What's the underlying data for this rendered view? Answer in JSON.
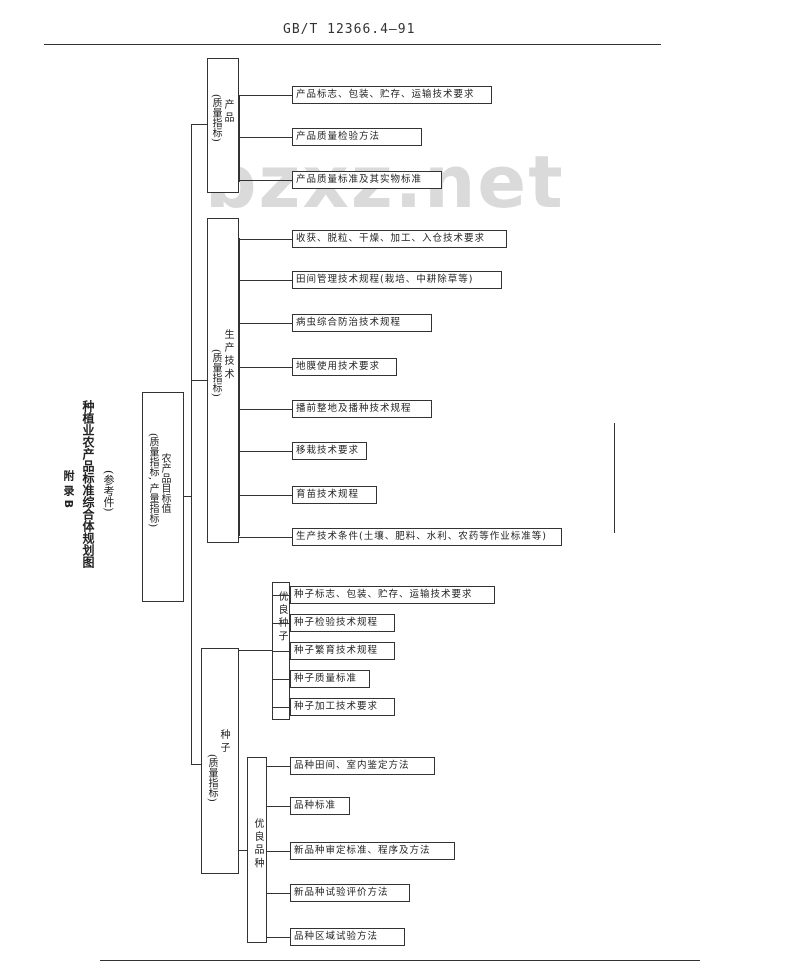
{
  "header": {
    "standard_no": "GB/T 12366.4—91"
  },
  "watermark": "bzxz.net",
  "title": {
    "appendix": "附 录 B",
    "main": "种植业农产品标准综合体规划图",
    "note": "(参考件)"
  },
  "root": {
    "label": "农产品目标值",
    "sub": "(质量指标, 产量指标)"
  },
  "branches": [
    {
      "label": "产 品",
      "sub": "(质量指标)",
      "leaves": [
        "产品标志、包装、贮存、运输技术要求",
        "产品质量检验方法",
        "产品质量标准及其实物标准"
      ]
    },
    {
      "label": "生 产 技 术",
      "sub": "(质量指标)",
      "leaves": [
        "收获、脱粒、干燥、加工、入仓技术要求",
        "田间管理技术规程(栽培、中耕除草等)",
        "病虫综合防治技术规程",
        "地膜使用技术要求",
        "播前整地及播种技术规程",
        "移栽技术要求",
        "育苗技术规程",
        "生产技术条件(土壤、肥料、水利、农药等作业标准等)"
      ]
    },
    {
      "label": "种 子",
      "sub": "(质量指标)",
      "sub_groups": [
        {
          "label": "优 良 种 子",
          "leaves": [
            "种子标志、包装、贮存、运输技术要求",
            "种子检验技术规程",
            "种子繁育技术规程",
            "种子质量标准",
            "种子加工技术要求"
          ]
        },
        {
          "label": "优 良 品 种",
          "leaves": [
            "品种田间、室内鉴定方法",
            "品种标准",
            "新品种审定标准、程序及方法",
            "新品种试验评价方法",
            "品种区域试验方法"
          ]
        }
      ]
    }
  ]
}
